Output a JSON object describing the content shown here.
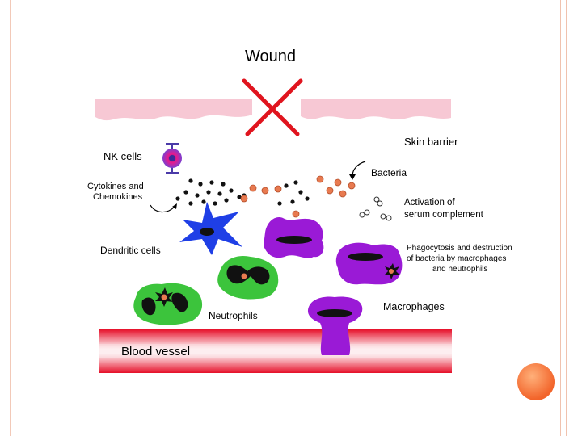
{
  "diagram": {
    "title": "Wound",
    "labels": {
      "skin_barrier": "Skin barrier",
      "nk_cells": "NK cells",
      "bacteria": "Bacteria",
      "cytokines_line1": "Cytokines and",
      "cytokines_line2": "Chemokines",
      "activation_line1": "Activation of",
      "activation_line2": "serum complement",
      "dendritic": "Dendritic cells",
      "phago_line1": "Phagocytosis and destruction",
      "phago_line2": "of bacteria by macrophages",
      "phago_line3": "and neutrophils",
      "neutrophils": "Neutrophils",
      "macrophages": "Macrophages",
      "blood_vessel": "Blood vessel"
    },
    "colors": {
      "skin": "#f7c8d4",
      "cross": "#e0141e",
      "nk_outer": "#7b3fd0",
      "nk_mid": "#e8198c",
      "dendritic": "#1f3fe6",
      "macrophage": "#9a1ad6",
      "neutrophil": "#3cc43c",
      "bacteria": "#e87a50",
      "vessel": "#e6102a"
    }
  }
}
